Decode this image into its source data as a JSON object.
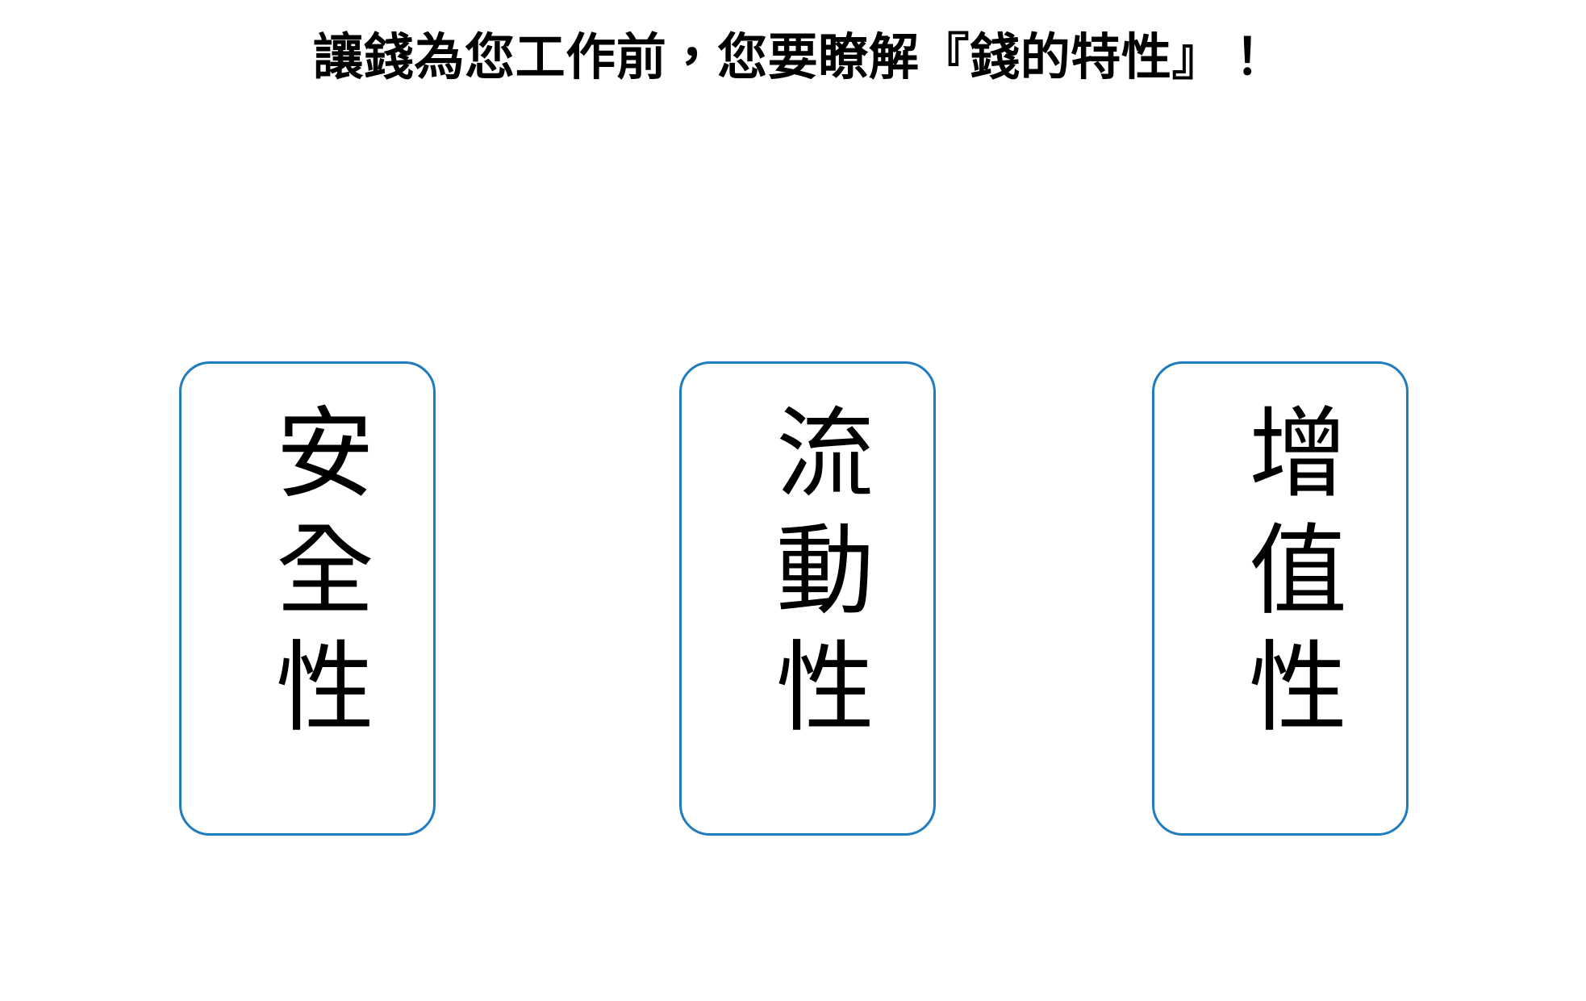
{
  "slide": {
    "background_color": "#ffffff",
    "title": "讓錢為您工作前，您要瞭解『錢的特性』！",
    "accent_color": "#1f7cbf",
    "text_color": "#000000"
  },
  "cards": [
    {
      "id": "safety",
      "label": "安全性",
      "characters": [
        "安",
        "全",
        "性"
      ]
    },
    {
      "id": "liquidity",
      "label": "流動性",
      "characters": [
        "流",
        "動",
        "性"
      ]
    },
    {
      "id": "appreciation",
      "label": "增值性",
      "characters": [
        "增",
        "值",
        "性"
      ]
    }
  ]
}
